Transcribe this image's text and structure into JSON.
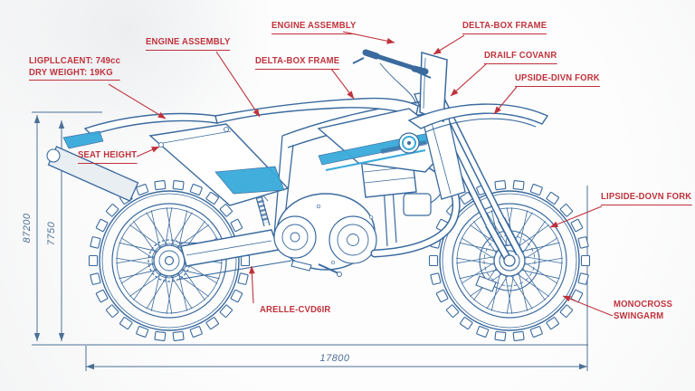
{
  "diagram": {
    "labels": {
      "spec_displacement": "LIGPLLCAENT: 749cc",
      "spec_dry_weight": "DRY WEIGHT: 19KG",
      "engine_assembly_left": "ENGINE ASSEMBLY",
      "engine_assembly_top": "ENGINE ASSEMBLY",
      "delta_box_frame_left": "DELTA-BOX FRAME",
      "delta_box_frame_right": "DELTA-BOX FRAME",
      "tail_cover": "DRAILF COVANR",
      "upside_down_fork_top": "UPSIDE-DIVN FORK",
      "upside_down_fork_side": "LIPSIDE-DOVN FORK",
      "seat_height": "SEAT HEIGHT",
      "axle_code": "ARELLE-CVD6IR",
      "swingarm": "MONOCROSS SWINGARM"
    },
    "dimensions": {
      "overall_height": "87200",
      "seat_height_value": "7750",
      "wheelbase_length": "17800"
    },
    "colors": {
      "label_red": "#c0323c",
      "line_blue": "#3a6a9e",
      "accent_cyan": "#38aadb",
      "dim_blue": "#4d7096",
      "bg": "#fbfbfc"
    }
  }
}
